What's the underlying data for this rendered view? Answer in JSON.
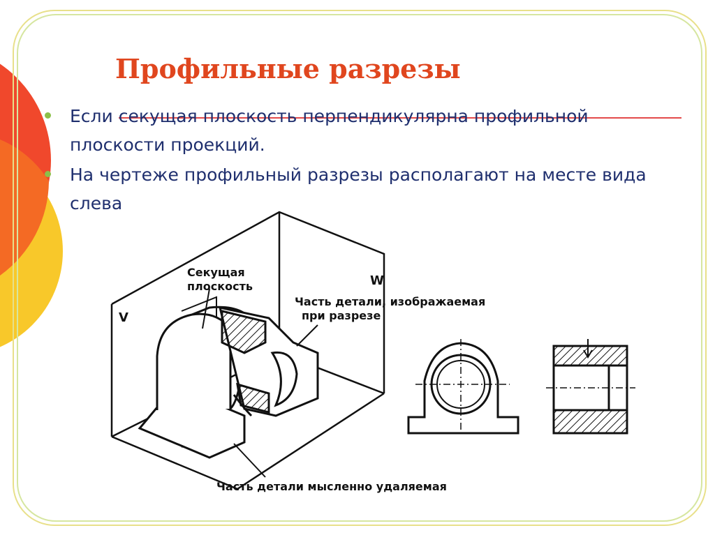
{
  "slide": {
    "title": "Профильные разрезы",
    "bullets": [
      "Если секущая плоскость перпендикулярна профильной плоскости проекций.",
      "На чертеже профильный разрезы располагают на месте вида слева"
    ]
  },
  "figure": {
    "label_cutting_plane_1": "Секущая",
    "label_cutting_plane_2": "плоскость",
    "label_section_part_1": "Часть детали, изображаемая",
    "label_section_part_2": "при разрезе",
    "label_removed_part": "Часть детали мысленно удаляемая",
    "plane_v": "V",
    "plane_w": "W"
  },
  "colors": {
    "title": "#e0461e",
    "bullet_text": "#1f2f6e",
    "bullet_dot": "#8cc04a",
    "rule": "#e34a4a",
    "circle_red": "#f0482c",
    "circle_yellow": "#f8c82a"
  }
}
